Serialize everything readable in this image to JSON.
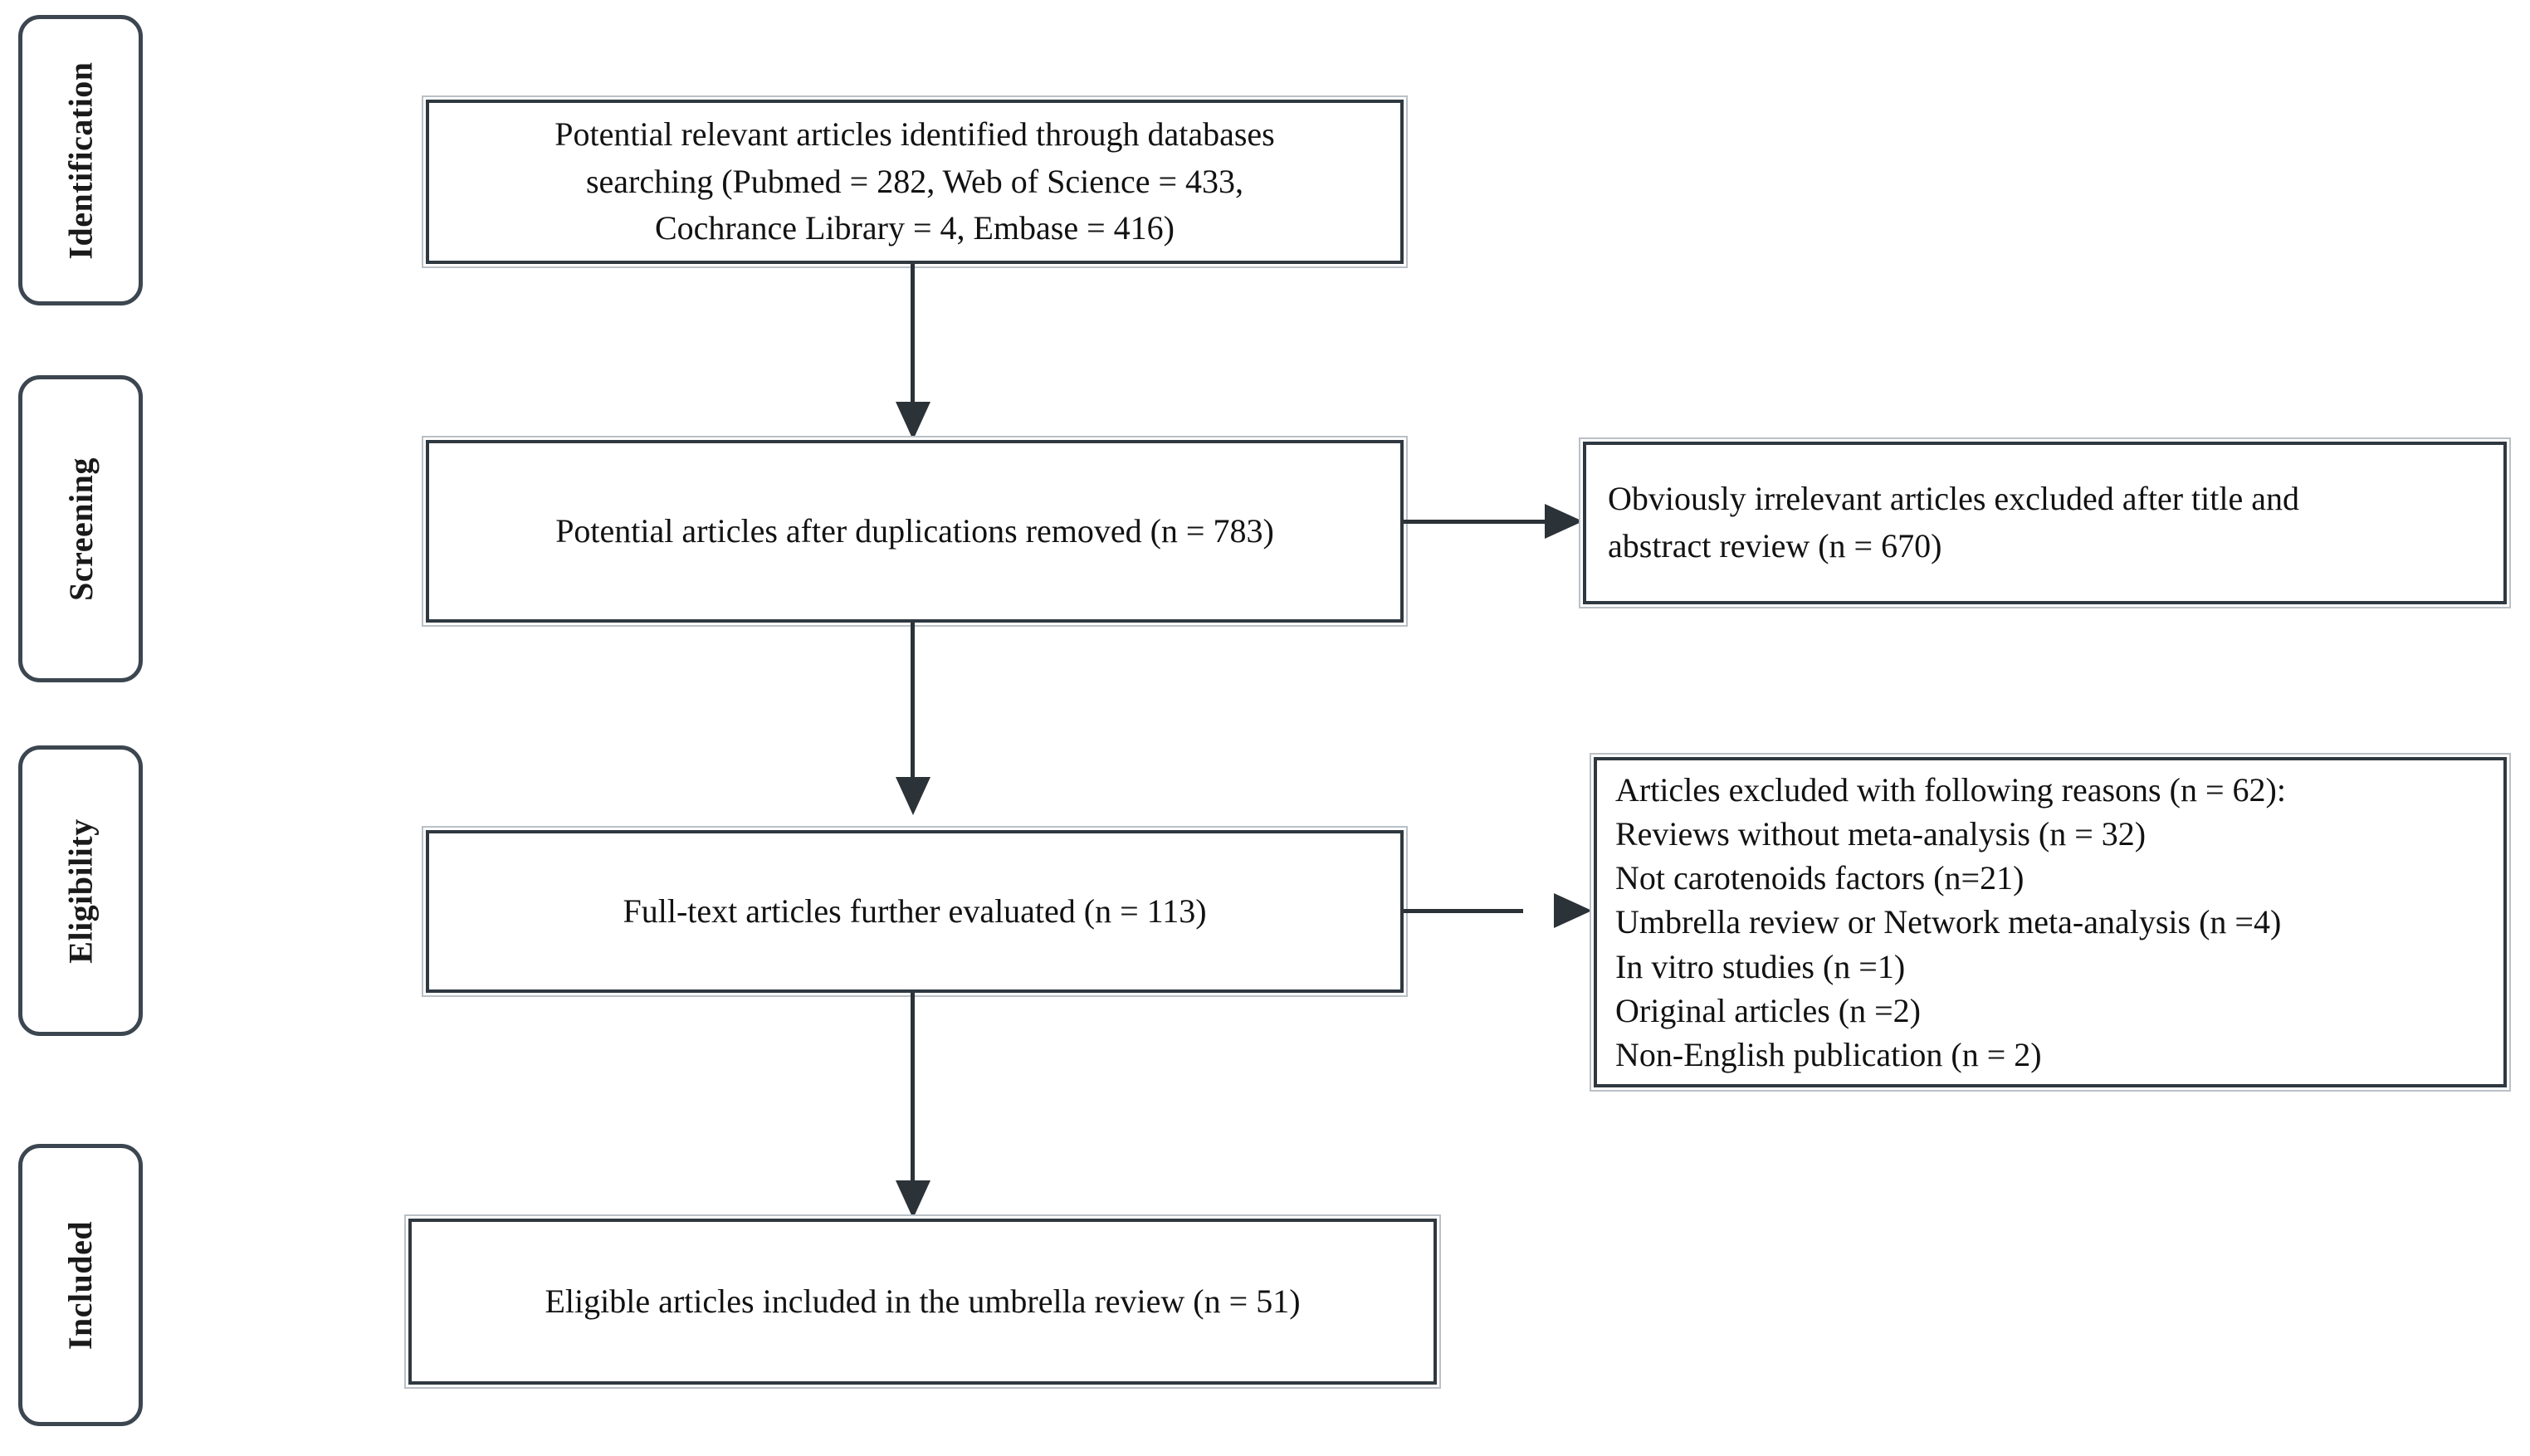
{
  "diagram": {
    "type": "prisma-flow-diagram",
    "title": "PRISMA study selection flow diagram",
    "line_color": "#2b3238",
    "box_border_color": "#2f3840",
    "stage_border_color": "#3c4650",
    "text_color": "#121212",
    "background": "#ffffff"
  },
  "stages": [
    {
      "label": "Identification"
    },
    {
      "label": "Screening"
    },
    {
      "label": "Eligibility"
    },
    {
      "label": "Included"
    }
  ],
  "boxes": {
    "identification": {
      "lines": [
        "Potential relevant articles identified through databases",
        "searching (Pubmed = 282, Web of Science = 433,",
        "Cochrance Library = 4, Embase = 416)"
      ],
      "counts": {
        "pubmed": 282,
        "web_of_science": 433,
        "cochrance_library": 4,
        "embase": 416
      }
    },
    "after_duplicates": {
      "lines": [
        "Potential articles after duplications removed (n = 783)"
      ],
      "n": 783
    },
    "excluded_title_abstract": {
      "lines": [
        "Obviously irrelevant articles excluded after title and",
        "abstract review (n = 670)"
      ],
      "n": 670
    },
    "full_text": {
      "lines": [
        "Full-text articles further evaluated (n = 113)"
      ],
      "n": 113
    },
    "excluded_reasons": {
      "lines": [
        "Articles excluded with following reasons (n = 62):",
        "Reviews without meta-analysis (n = 32)",
        "Not carotenoids factors (n=21)",
        "Umbrella review or Network meta-analysis (n =4)",
        "In vitro studies (n =1)",
        "Original articles (n =2)",
        "Non-English publication (n = 2)"
      ],
      "total": 62,
      "reasons": [
        {
          "label": "Reviews without meta-analysis",
          "n": 32
        },
        {
          "label": "Not carotenoids factors",
          "n": 21
        },
        {
          "label": "Umbrella review or Network meta-analysis",
          "n": 4
        },
        {
          "label": "In vitro studies",
          "n": 1
        },
        {
          "label": "Original articles",
          "n": 2
        },
        {
          "label": "Non-English publication",
          "n": 2
        }
      ]
    },
    "included": {
      "lines": [
        "Eligible articles  included in the umbrella review (n = 51)"
      ],
      "n": 51
    }
  }
}
